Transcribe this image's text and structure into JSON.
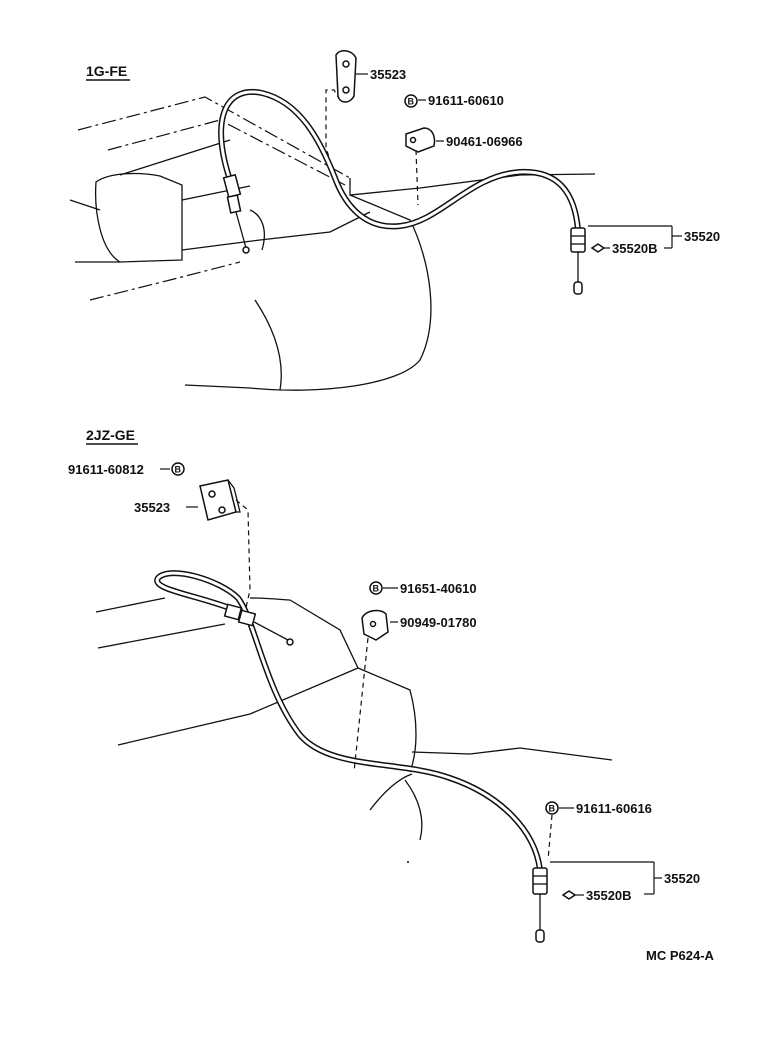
{
  "sections": [
    {
      "engine": "1G-FE",
      "labels": {
        "bracket": "35523",
        "bolt": "91611-60610",
        "clamp": "90461-06966",
        "cable_assy": "35520",
        "cable_sub": "35520B"
      }
    },
    {
      "engine": "2JZ-GE",
      "labels": {
        "bracket_bolt": "91611-60812",
        "bracket": "35523",
        "bolt": "91651-40610",
        "clamp": "90949-01780",
        "cable_bolt": "91611-60616",
        "cable_assy": "35520",
        "cable_sub": "35520B"
      }
    }
  ],
  "bolt_symbol": "B",
  "figure_code": "MC P624-A"
}
